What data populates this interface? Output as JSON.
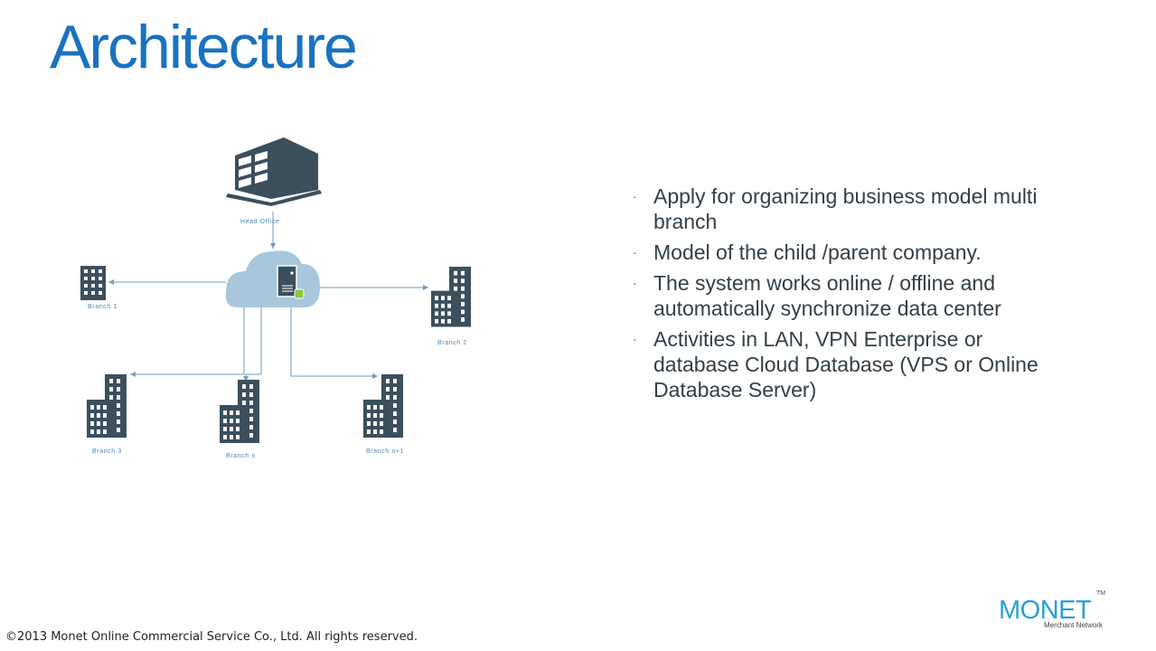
{
  "title": "Architecture",
  "diagram": {
    "nodes": [
      {
        "label": "Head Office",
        "icon": "office-building-icon"
      },
      {
        "label": "Branch 1",
        "icon": "building-icon"
      },
      {
        "label": "Branch 2",
        "icon": "building-icon"
      },
      {
        "label": "Branch 3",
        "icon": "building-icon"
      },
      {
        "label": "Branch n",
        "icon": "building-icon"
      },
      {
        "label": "Branch n+1",
        "icon": "building-icon"
      }
    ],
    "hub_icon": "cloud-server-icon"
  },
  "bullets": [
    "Apply for organizing business model multi branch",
    "Model of the child /parent company.",
    "The system works online / offline and automatically synchronize data center",
    "Activities in LAN, VPN Enterprise or database Cloud Database (VPS or Online Database Server)"
  ],
  "bullet_marker": "·",
  "copyright": "©2013 Monet Online Commercial Service Co., Ltd. All rights reserved.",
  "logo": {
    "name": "MONET",
    "tm": "TM",
    "tagline": "Merchant Network"
  },
  "colors": {
    "title": "#1a72c0",
    "icon": "#3c4f5c",
    "cloud": "#a8c7dd",
    "arrow": "#6e9cc4",
    "logo": "#2a9fd6"
  }
}
